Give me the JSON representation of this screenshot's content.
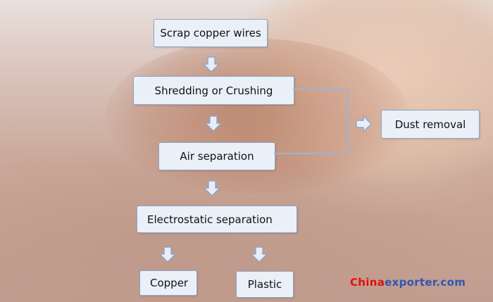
{
  "nodes": {
    "scrap": "Scrap copper wires",
    "shred": "Shredding or Crushing",
    "air": "Air separation",
    "dust": "Dust removal",
    "electro": "Electrostatic separation",
    "copper": "Copper",
    "plastic": "Plastic"
  },
  "watermark": {
    "part1": "China",
    "part2": "exporter.com"
  },
  "colors": {
    "box_fill": "#eaf0f8",
    "box_border": "#8ea6c7",
    "arrow_fill": "#e8eef7",
    "arrow_stroke": "#8ea6c7",
    "brand_red": "#e01010",
    "brand_blue": "#2f56b5"
  }
}
